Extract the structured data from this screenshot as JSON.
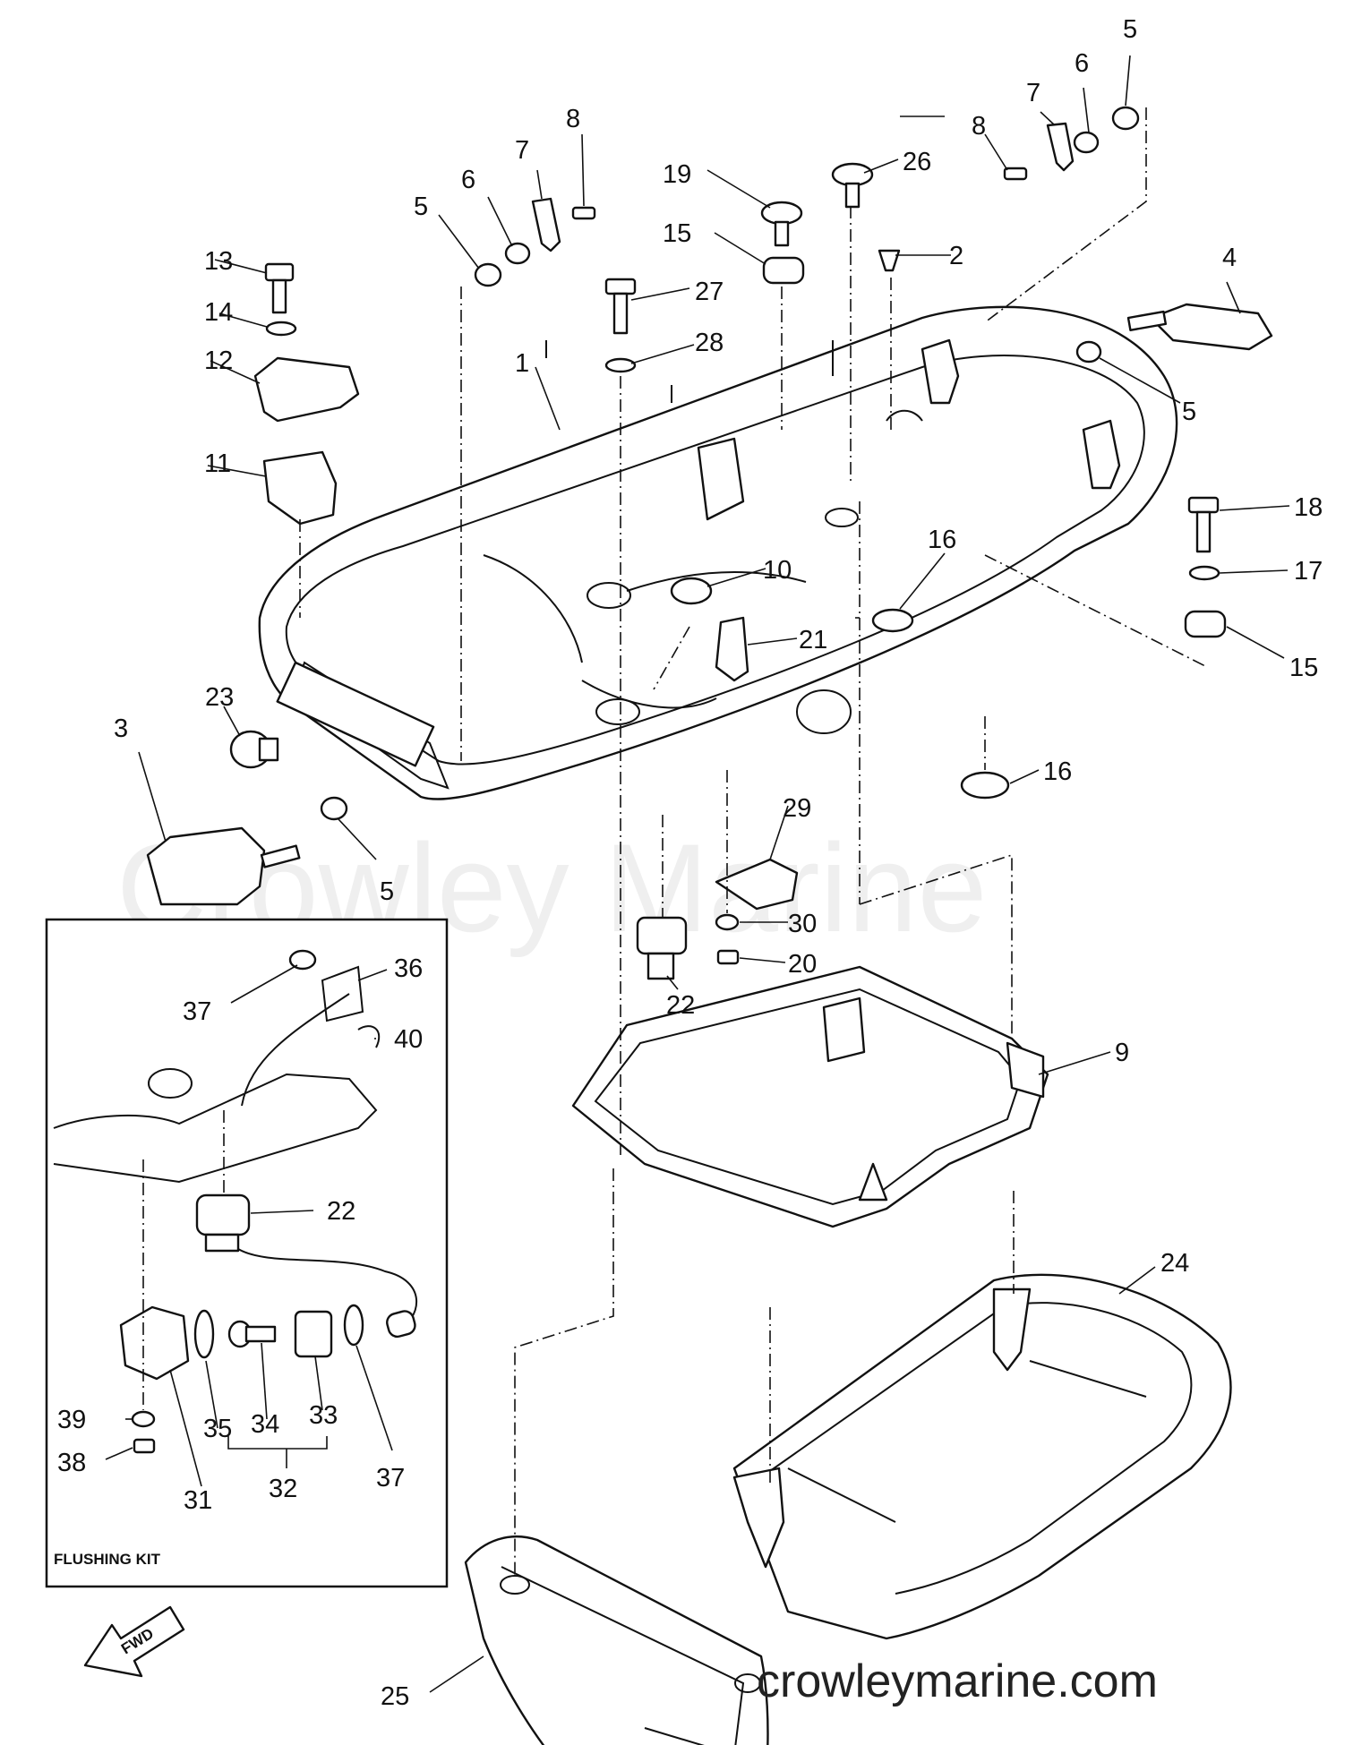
{
  "inset": {
    "title": "FLUSHING KIT"
  },
  "direction": {
    "label": "FWD"
  },
  "watermark": {
    "center": "Crowley Marine",
    "url": "crowleymarine.com"
  },
  "callouts": [
    "1",
    "2",
    "3",
    "4",
    "5",
    "6",
    "7",
    "8",
    "9",
    "10",
    "11",
    "12",
    "13",
    "14",
    "15",
    "16",
    "17",
    "18",
    "19",
    "20",
    "21",
    "22",
    "23",
    "24",
    "25",
    "26",
    "27",
    "28",
    "29",
    "30",
    "31",
    "32",
    "33",
    "34",
    "35",
    "36",
    "37",
    "38",
    "39",
    "40"
  ]
}
